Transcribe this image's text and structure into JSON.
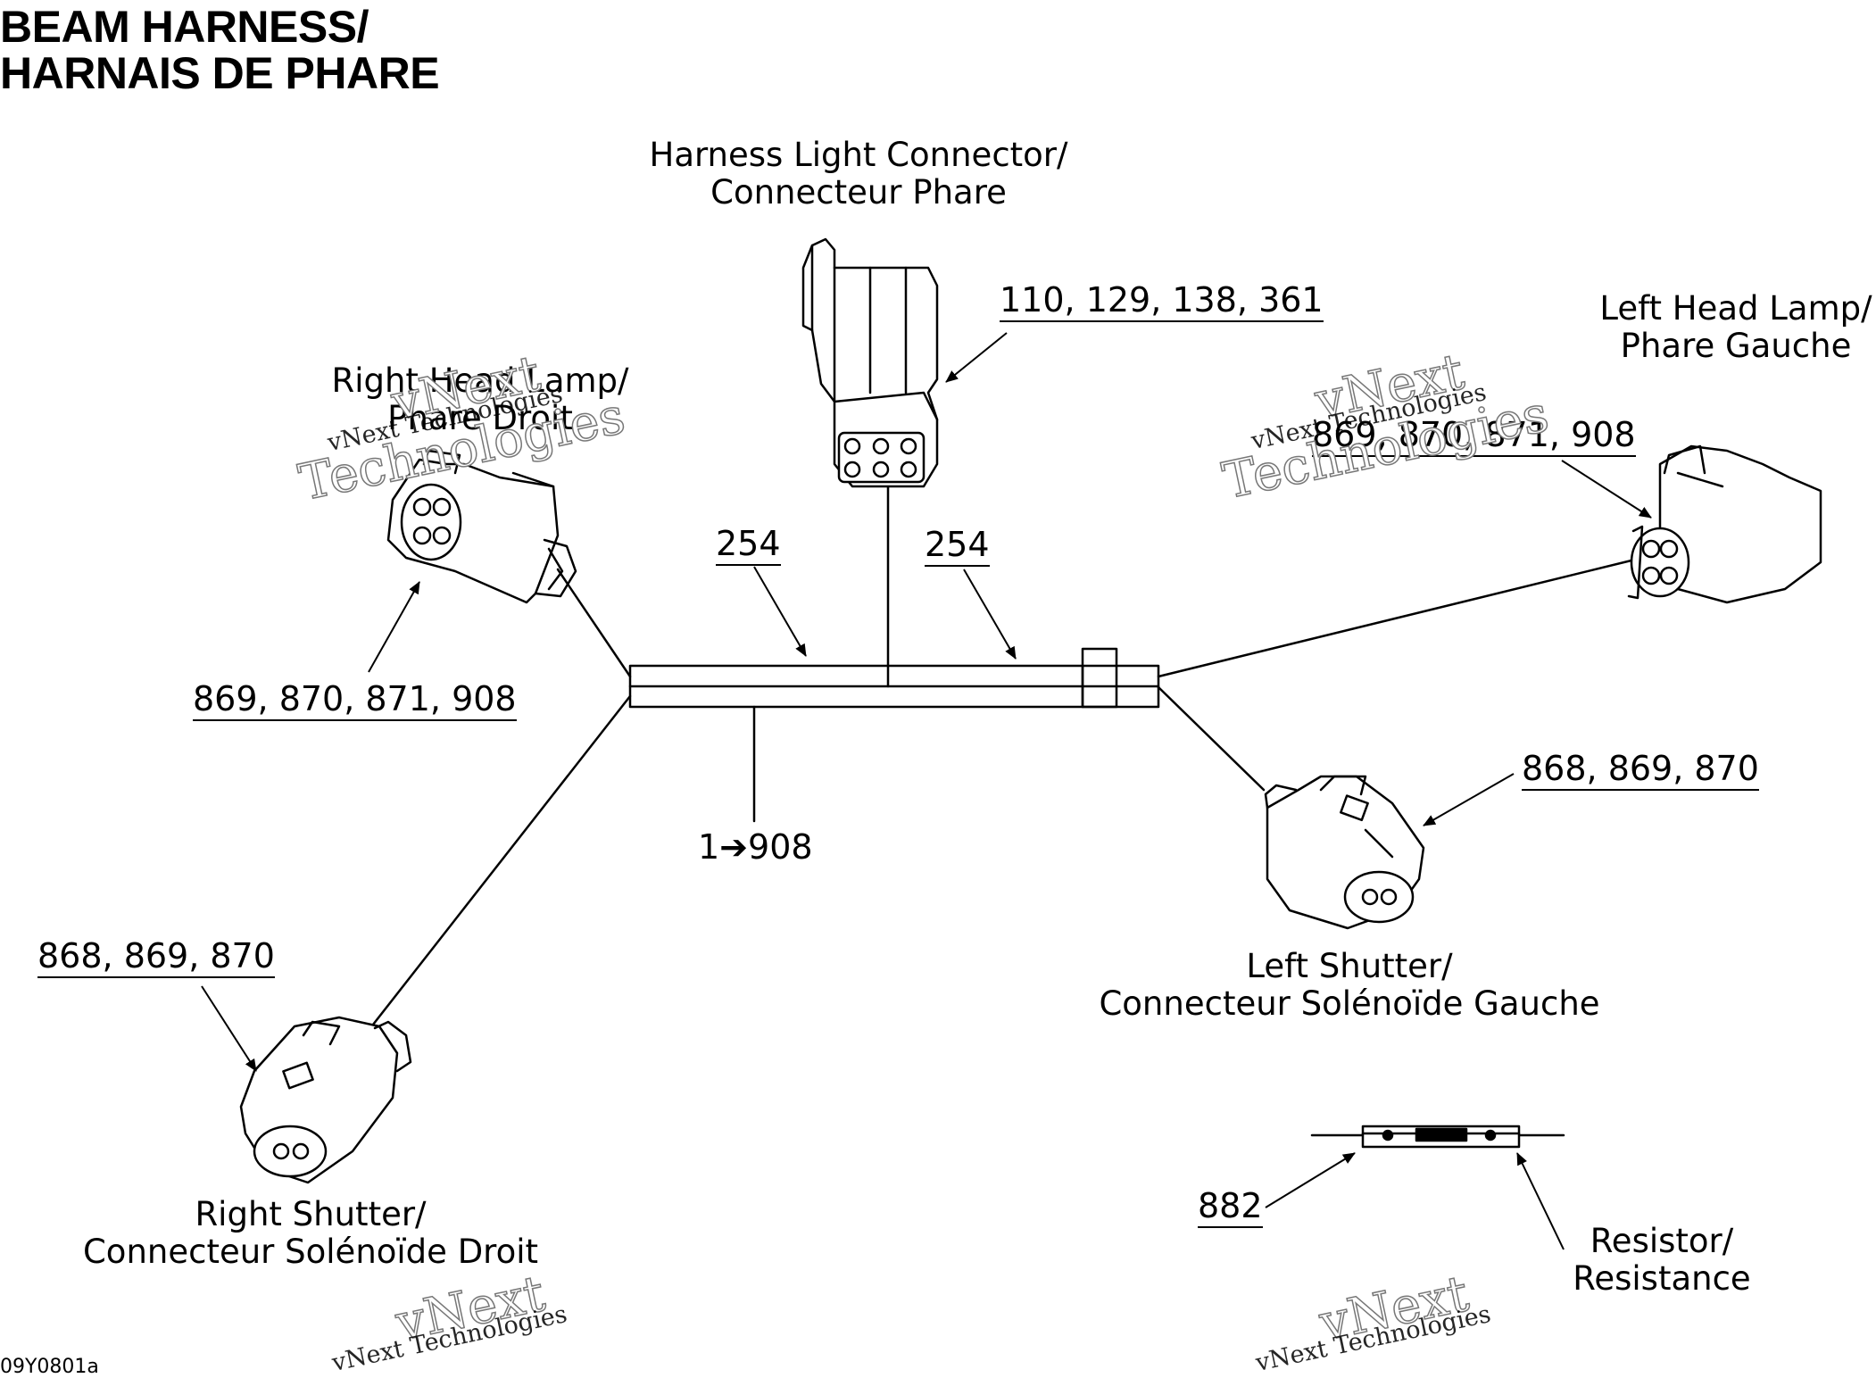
{
  "title": {
    "line1": "BEAM HARNESS/",
    "line2": "HARNAIS DE PHARE"
  },
  "drawing_code": "09Y0801a",
  "labels": {
    "harness_light_connector": {
      "line1": "Harness Light Connector/",
      "line2": "Connecteur Phare"
    },
    "left_head_lamp": {
      "line1": "Left Head Lamp/",
      "line2": "Phare Gauche"
    },
    "right_head_lamp": {
      "line1": "Right Head Lamp/",
      "line2": "Phare Droit"
    },
    "left_shutter": {
      "line1": "Left Shutter/",
      "line2": "Connecteur Solénoïde Gauche"
    },
    "right_shutter": {
      "line1": "Right Shutter/",
      "line2": "Connecteur Solénoïde Droit"
    },
    "resistor": {
      "line1": "Resistor/",
      "line2": "Resistance"
    }
  },
  "callouts": {
    "connector_pins": "110, 129, 138, 361",
    "left_lamp_pins": "869, 870, 871, 908",
    "right_lamp_pins": "869, 870, 871, 908",
    "left_branch": "254",
    "right_branch": "254",
    "harness_range": "1➔908",
    "left_shutter_pins": "868, 869, 870",
    "right_shutter_pins": "868, 869, 870",
    "resistor_part": "882"
  },
  "watermark": {
    "line1": "vNext",
    "line2": "Technologies",
    "small": "vNext Technologies"
  },
  "colors": {
    "ink": "#000000",
    "background": "#ffffff"
  }
}
